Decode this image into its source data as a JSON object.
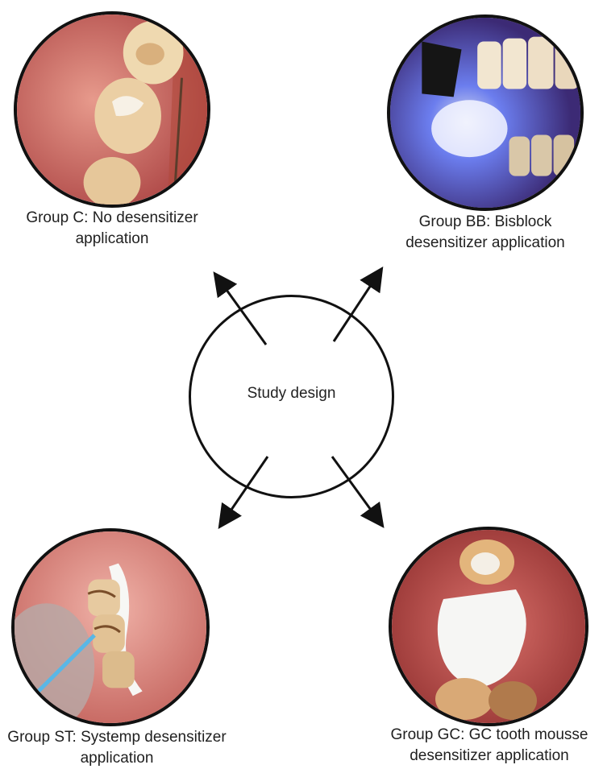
{
  "center": {
    "label": "Study design"
  },
  "groups": [
    {
      "id": "C",
      "caption_line1": "Group C: No desensitizer",
      "caption_line2": "application"
    },
    {
      "id": "BB",
      "caption_line1": "Group BB: Bisblock",
      "caption_line2": "desensitizer application"
    },
    {
      "id": "ST",
      "caption_line1": "Group ST: Systemp desensitizer",
      "caption_line2": "application"
    },
    {
      "id": "GC",
      "caption_line1": "Group GC: GC tooth mousse",
      "caption_line2": "desensitizer application"
    }
  ],
  "colors": {
    "outline": "#111111",
    "gum": "#c8605e",
    "tooth": "#e8d2a8",
    "uv_light": "#6a7cff",
    "desensitizer": "#f4f4f2"
  }
}
